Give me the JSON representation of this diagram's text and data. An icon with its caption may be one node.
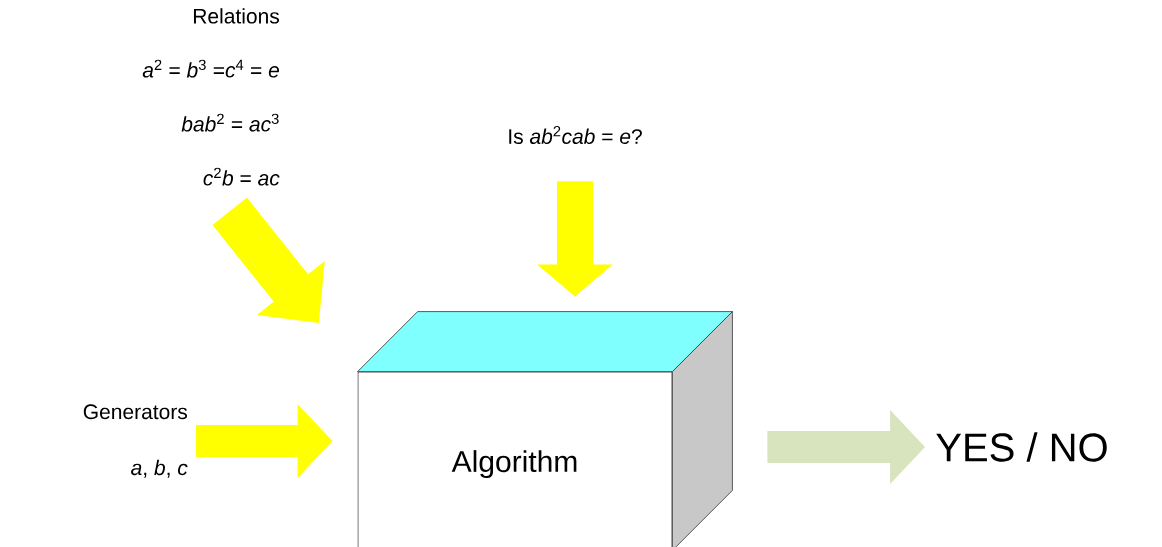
{
  "diagram": {
    "nodes": [
      {
        "text": [
          "Relations",
          "*a*$^{2}$ = *b*$^{3}$ =*c*$^{4}$ = *e*",
          "*bab*$^{2}$ = *ac*$^{3}$",
          "*c*$^{2}$*b* = *ac*"
        ]
      },
      {
        "text": [
          "Is *ab*$^{2}$*cab* = *e*?"
        ]
      },
      {
        "text": [
          "Generators",
          "*a*, *b*, *c*"
        ]
      },
      {
        "text": [
          "Algorithm"
        ]
      },
      {
        "text": [
          "YES / NO"
        ]
      }
    ],
    "edges": [
      {
        "from": 0,
        "to": 3,
        "arrow": "to"
      },
      {
        "from": 1,
        "to": 3,
        "arrow": "to"
      },
      {
        "from": 2,
        "to": 3,
        "arrow": "to"
      },
      {
        "from": 3,
        "to": 4,
        "arrow": "to",
        "color": "#d7e4bd"
      }
    ]
  }
}
